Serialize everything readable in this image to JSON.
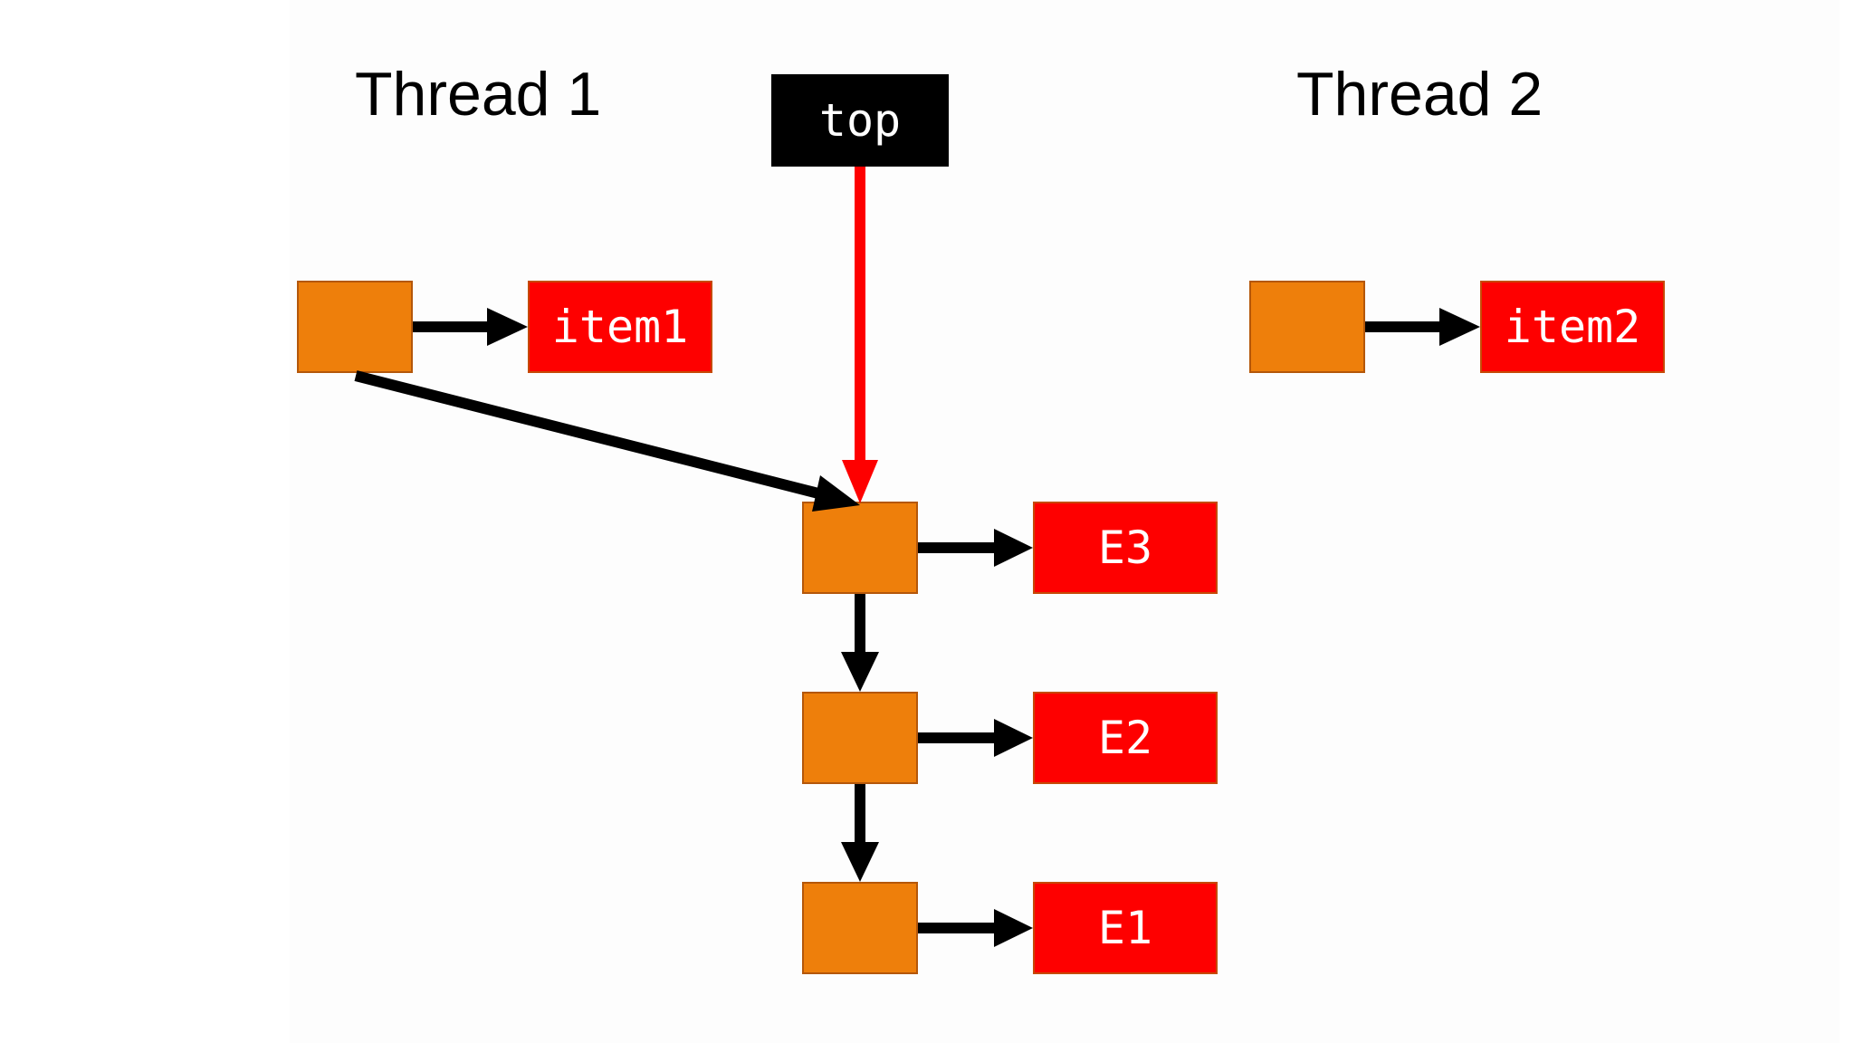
{
  "titles": {
    "thread1": "Thread 1",
    "thread2": "Thread 2"
  },
  "pointer": {
    "label": "top"
  },
  "thread1": {
    "item": "item1"
  },
  "thread2": {
    "item": "item2"
  },
  "stack": {
    "items": [
      "E3",
      "E2",
      "E1"
    ]
  },
  "colors": {
    "node_fill": "#ee7f0b",
    "node_border": "#b4570a",
    "item_fill": "#fe0000",
    "pointer_fill": "#000000",
    "pointer_arrow": "#fe0000",
    "arrow": "#000000"
  }
}
